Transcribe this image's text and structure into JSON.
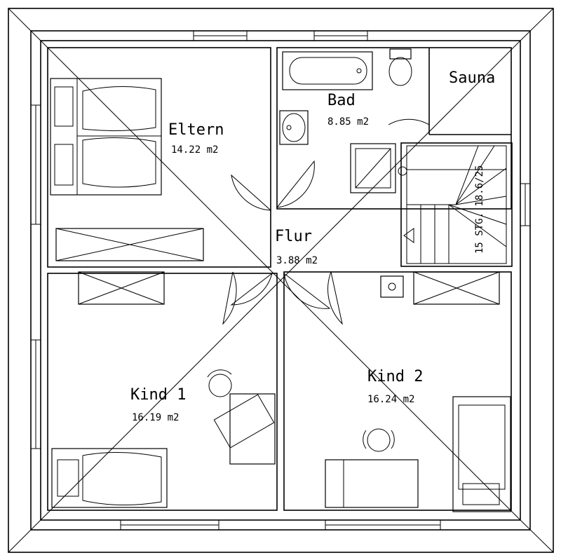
{
  "rooms": {
    "eltern": {
      "name": "Eltern",
      "area": "14.22 m2"
    },
    "bad": {
      "name": "Bad",
      "area": "8.85 m2"
    },
    "sauna": {
      "name": "Sauna"
    },
    "flur": {
      "name": "Flur",
      "area": "3.88 m2"
    },
    "kind1": {
      "name": "Kind 1",
      "area": "16.19 m2"
    },
    "kind2": {
      "name": "Kind 2",
      "area": "16.24 m2"
    }
  },
  "stair": {
    "label": "15 STG. 18.6/25"
  }
}
